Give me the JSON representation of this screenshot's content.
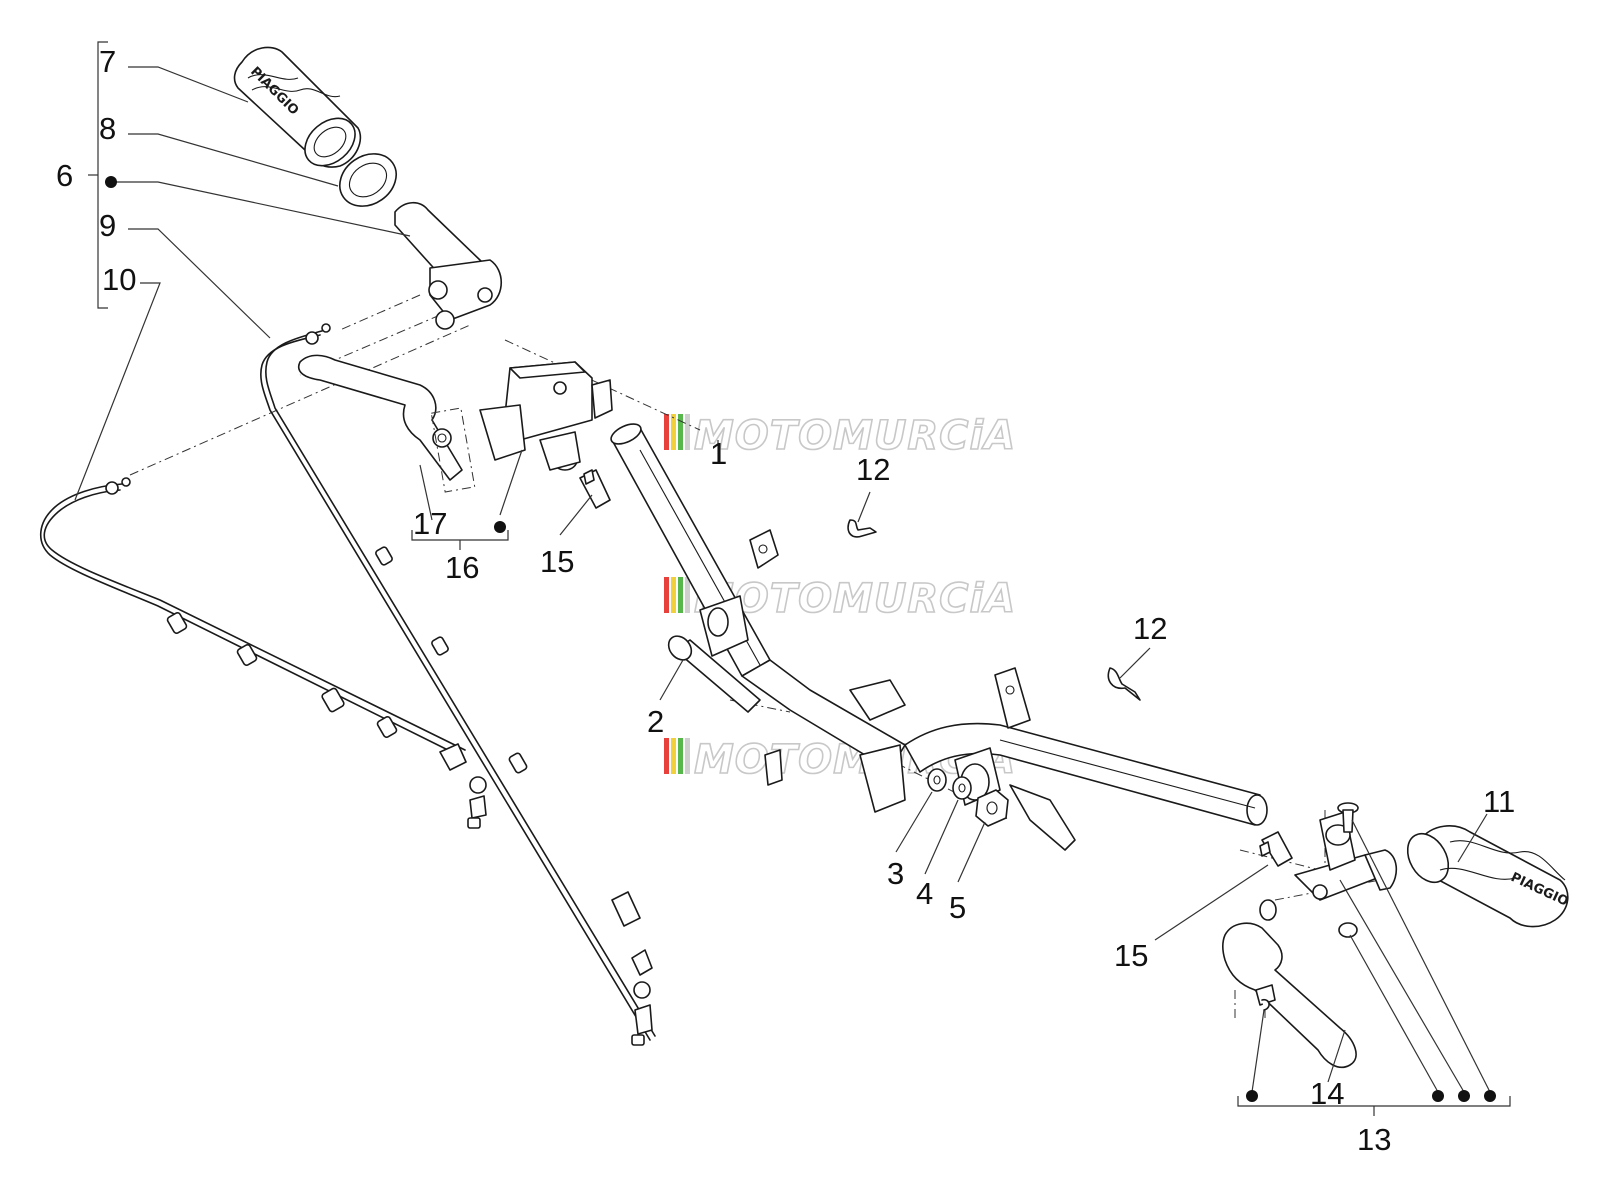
{
  "watermark": {
    "text": "MOTOMURCiA",
    "stripe_colors": [
      "#e8413c",
      "#f2d03b",
      "#57b74b",
      "#cfcfcf"
    ]
  },
  "grip_brand": "PIAGGIO",
  "callouts": {
    "c1": "1",
    "c2": "2",
    "c3": "3",
    "c4": "4",
    "c5": "5",
    "c6": "6",
    "c7": "7",
    "c8": "8",
    "c9": "9",
    "c10": "10",
    "c11": "11",
    "c12a": "12",
    "c12b": "12",
    "c13": "13",
    "c14": "14",
    "c15a": "15",
    "c15b": "15",
    "c16": "16",
    "c17": "17"
  }
}
